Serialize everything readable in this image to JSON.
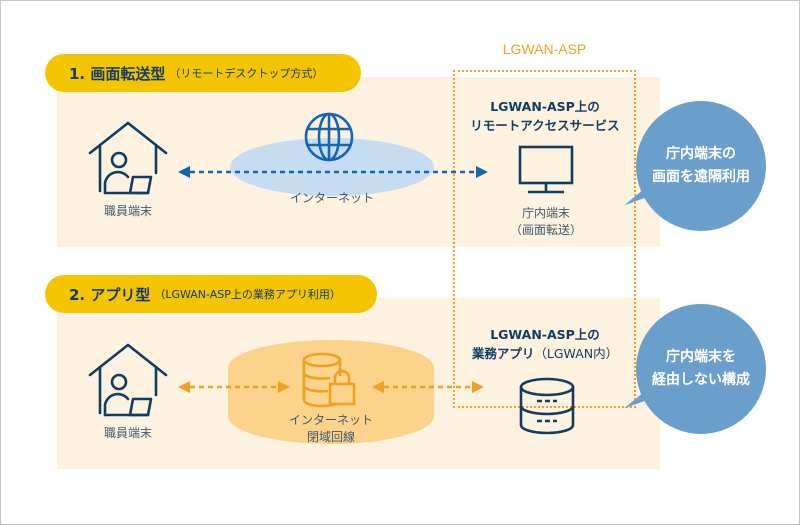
{
  "lgwan_label": "LGWAN-ASP",
  "colors": {
    "accent_yellow": "#f5c400",
    "navy": "#123d63",
    "blue_arrow": "#1565b0",
    "orange": "#f0a020",
    "panel_bg": "#fdf2df",
    "bubble_blue": "#6a9ecb",
    "internet_ellipse": "#c5dcf1",
    "closed_line_ellipse": "#fcd38a"
  },
  "section1": {
    "title": "1. 画面転送型",
    "subtitle": "（リモートデスクトップ方式）",
    "employee_terminal_label": "職員端末",
    "network_label": "インターネット",
    "service_title_line1": "LGWAN-ASP上の",
    "service_title_line2": "リモートアクセスサービス",
    "office_terminal_label_line1": "庁内端末",
    "office_terminal_label_line2": "（画面転送）",
    "bubble_line1": "庁内端末の",
    "bubble_line2": "画面を遠隔利用",
    "icons": [
      "house-worker-icon",
      "globe-icon",
      "monitor-icon"
    ]
  },
  "section2": {
    "title": "2. アプリ型",
    "subtitle": "（LGWAN-ASP上の業務アプリ利用）",
    "employee_terminal_label": "職員端末",
    "network_label_line1": "インターネット",
    "network_label_line2": "閉域回線",
    "service_title_line1": "LGWAN-ASP上の",
    "service_title_line2_bold": "業務アプリ",
    "service_title_line2_thin": "（LGWAN内）",
    "bubble_line1": "庁内端末を",
    "bubble_line2": "経由しない構成",
    "icons": [
      "house-worker-icon",
      "database-lock-icon",
      "server-icon"
    ]
  }
}
